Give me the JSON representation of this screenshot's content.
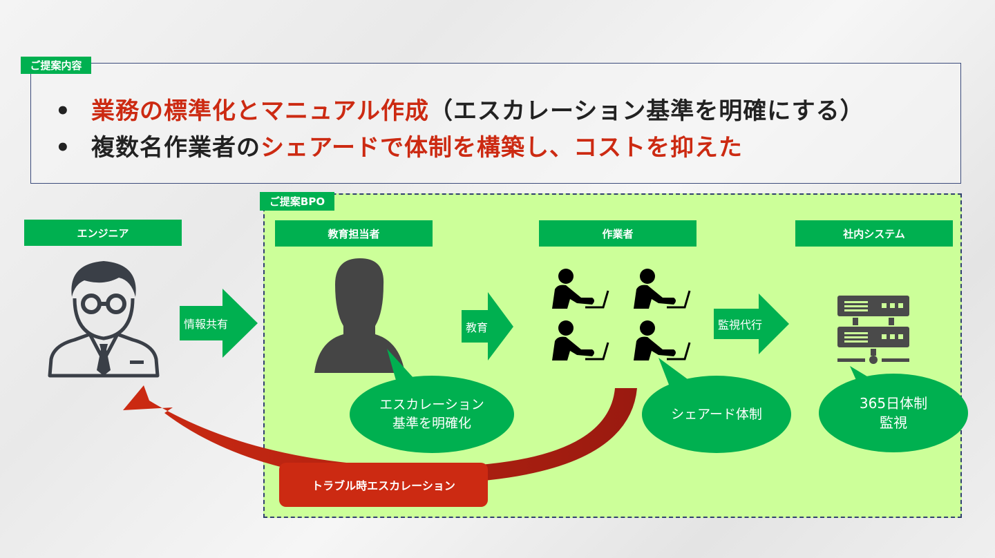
{
  "proposal": {
    "label": "ご提案内容",
    "bullet": "•",
    "line1_red": "業務の標準化とマニュアル作成",
    "line1_black": "（エスカレーション基準を明確にする）",
    "line2_black": "複数名作業者の",
    "line2_red1": "シェアードで体制を構築し",
    "line2_black2": "、",
    "line2_red2": "コストを抑えた"
  },
  "bpo": {
    "label": "ご提案BPO"
  },
  "headers": {
    "engineer": "エンジニア",
    "educator": "教育担当者",
    "workers": "作業者",
    "system": "社内システム"
  },
  "arrows": {
    "share": "情報共有",
    "educate": "教育",
    "monitor": "監視代行"
  },
  "bubbles": {
    "escalation_line1": "エスカレーション",
    "escalation_line2": "基準を明確化",
    "shared": "シェアード体制",
    "monitor_line1": "365日体制",
    "monitor_line2": "監視"
  },
  "trouble": "トラブル時エスカレーション",
  "colors": {
    "green": "#00b050",
    "light_green": "#ccff99",
    "red": "#cc2a12",
    "navy": "#2f3f6f"
  }
}
